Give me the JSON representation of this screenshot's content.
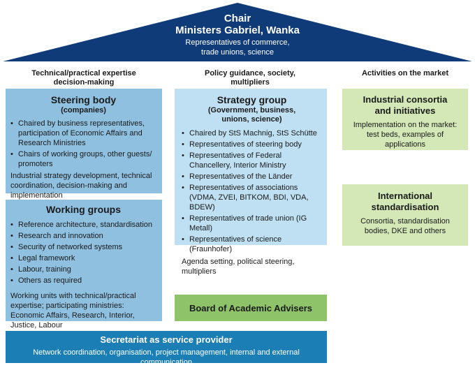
{
  "roof": {
    "chair": "Chair",
    "ministers": "Ministers Gabriel, Wanka",
    "representatives_line1": "Representatives of commerce,",
    "representatives_line2": "trade unions, science",
    "color": "#0f3c78"
  },
  "columns": {
    "left_heading_line1": "Technical/practical expertise",
    "left_heading_line2": "decision-making",
    "middle_heading_line1": "Policy guidance, society,",
    "middle_heading_line2": "multipliers",
    "right_heading": "Activities on the market"
  },
  "steering_body": {
    "title": "Steering body",
    "subtitle": "(companies)",
    "items": [
      "Chaired by business representatives, participation of Economic Affairs and Research Ministries",
      "Chairs of working groups, other guests/ promoters"
    ],
    "note": "Industrial strategy development, technical coordination, decision-making and implementation"
  },
  "working_groups": {
    "title": "Working groups",
    "items": [
      "Reference architecture, standardisation",
      "Research and innovation",
      "Security of networked systems",
      "Legal framework",
      "Labour, training",
      "Others as required"
    ],
    "note": "Working units with technical/practical expertise; participating ministries: Economic Affairs, Research, Interior, Justice, Labour"
  },
  "strategy_group": {
    "title": "Strategy group",
    "subtitle_line1": "(Government, business,",
    "subtitle_line2": "unions, science)",
    "items": [
      "Chaired by StS Machnig, StS Schütte",
      "Representatives of steering body",
      "Representatives of Federal Chancellery, Interior Ministry",
      "Representatives of the Länder",
      "Representatives of associations (VDMA, ZVEI, BITKOM, BDI, VDA, BDEW)",
      "Representatives of trade union (IG Metall)",
      "Representatives of science (Fraunhofer)"
    ],
    "note": "Agenda setting, political steering, multipliers"
  },
  "advisers": {
    "title": "Board of Academic Advisers"
  },
  "industrial": {
    "title_line1": "Industrial consortia",
    "title_line2": "and initiatives",
    "note": "Implementation on the market: test beds, examples of applications"
  },
  "international": {
    "title_line1": "International",
    "title_line2": "standardisation",
    "note_line1": "Consortia, standardisation",
    "note_line2": "bodies, DKE and others"
  },
  "secretariat": {
    "title": "Secretariat as service provider",
    "note": "Network coordination, organisation, project management, internal and external communication"
  }
}
